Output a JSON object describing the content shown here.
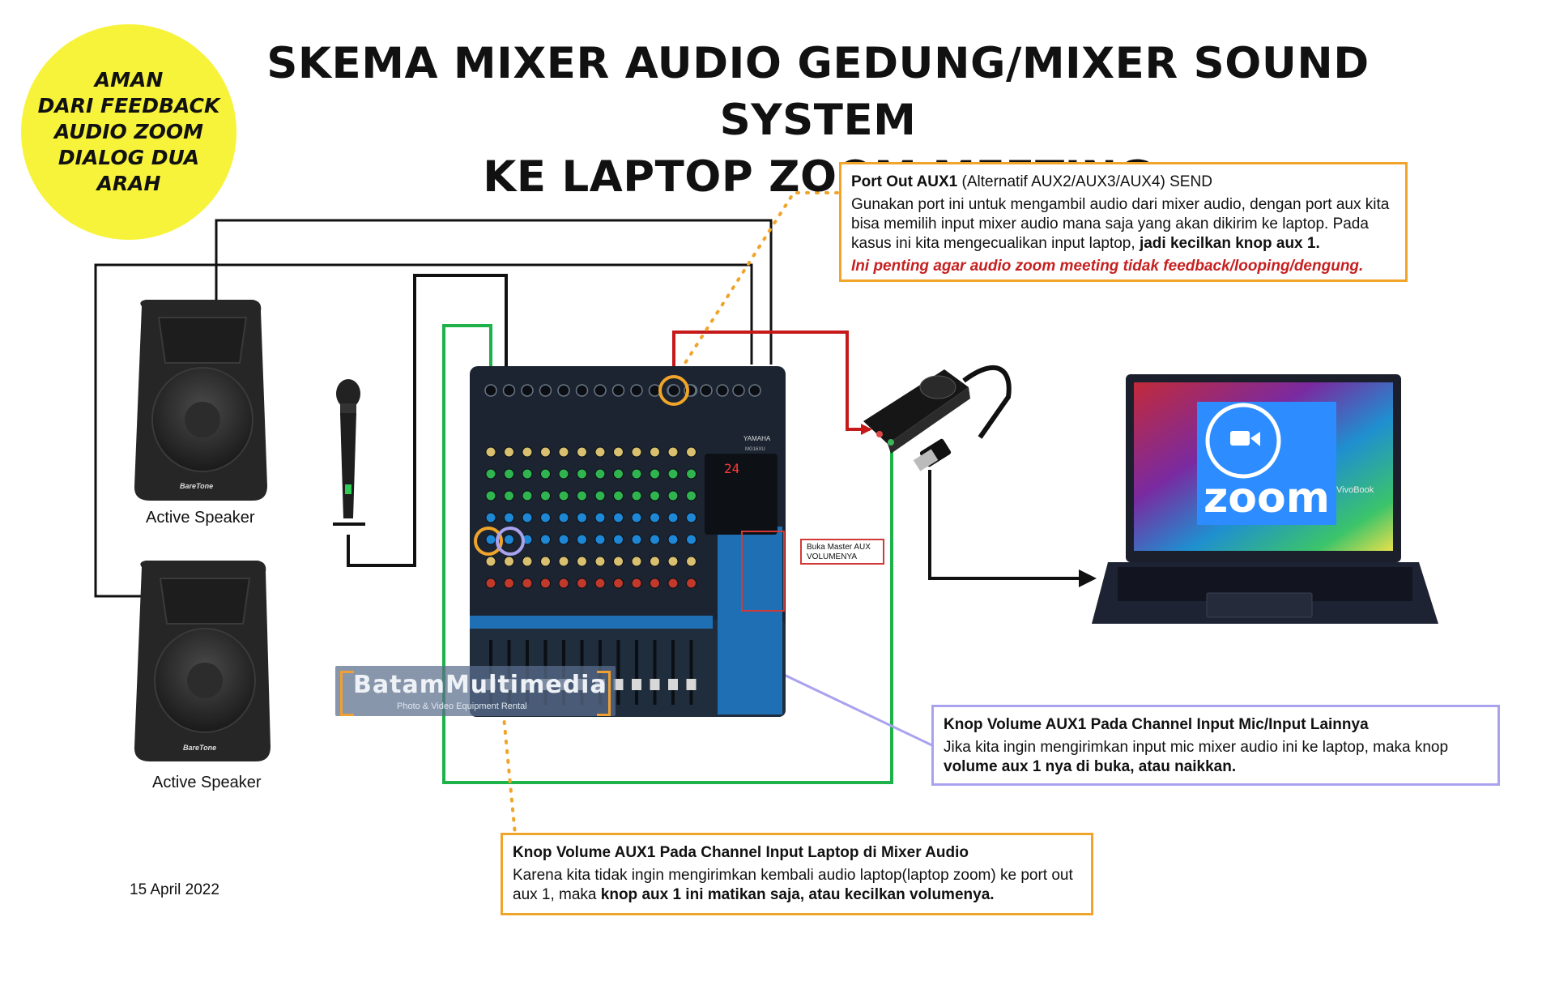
{
  "badge": {
    "lines": [
      "AMAN",
      "DARI FEEDBACK",
      "AUDIO ZOOM",
      "DIALOG DUA",
      "ARAH"
    ]
  },
  "title": {
    "line1": "SKEMA MIXER AUDIO GEDUNG/MIXER SOUND SYSTEM",
    "line2": "KE LAPTOP ZOOM MEETING"
  },
  "callout_port_out": {
    "heading": "Port Out AUX1",
    "heading_rest": " (Alternatif AUX2/AUX3/AUX4) SEND",
    "body": "Gunakan port ini untuk mengambil audio dari mixer audio, dengan port aux kita bisa memilih input mixer audio mana saja yang akan dikirim ke laptop. Pada kasus ini kita mengecualikan input laptop, ",
    "body_bold": "jadi kecilkan knop aux 1.",
    "warning": "Ini penting agar audio zoom meeting tidak feedback/looping/dengung."
  },
  "callout_mic_channel": {
    "heading": "Knop Volume AUX1 Pada Channel Input Mic/Input Lainnya",
    "body": "Jika kita ingin mengirimkan input mic mixer audio ini ke laptop, maka knop ",
    "body_bold": "volume aux 1 nya di buka, atau naikkan."
  },
  "callout_laptop_channel": {
    "heading": "Knop Volume AUX1 Pada Channel Input Laptop di Mixer Audio",
    "body": "Karena kita tidak ingin mengirimkan kembali audio laptop(laptop zoom) ke port out aux 1, maka ",
    "body_bold": "knop aux 1 ini matikan saja, atau kecilkan volumenya."
  },
  "master_note": {
    "line1": "Buka Master AUX",
    "line2": "VOLUMENYA"
  },
  "speaker_top_label": "Active Speaker",
  "speaker_bottom_label": "Active Speaker",
  "speaker_brand": "BareTone",
  "mixer_brand": "YAMAHA",
  "mixer_model": "MG16XU",
  "mixer_display": "24",
  "zoom_logo_text": "zoom",
  "laptop_brand": "VivoBook",
  "watermark": {
    "main": "BatamMultimedia",
    "sub": "Photo & Video Equipment Rental"
  },
  "date": "15 April 2022",
  "colors": {
    "badge": "#f7f33a",
    "callout_orange": "#f0a52a",
    "callout_purple": "#a9a3ef",
    "wire_green": "#1fb24a",
    "wire_red": "#c61a1a",
    "wire_black": "#111111",
    "zoom_blue": "#2d8cff"
  }
}
